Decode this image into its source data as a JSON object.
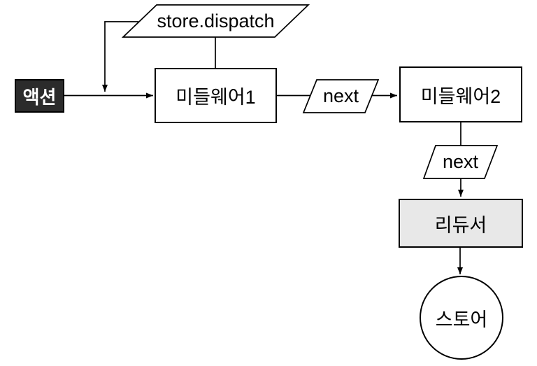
{
  "diagram": {
    "nodes": {
      "action": {
        "label": "액션",
        "shape": "rectangle"
      },
      "dispatch": {
        "label": "store.dispatch",
        "shape": "parallelogram"
      },
      "middleware1": {
        "label": "미들웨어1",
        "shape": "rectangle"
      },
      "next1": {
        "label": "next",
        "shape": "parallelogram"
      },
      "middleware2": {
        "label": "미들웨어2",
        "shape": "rectangle"
      },
      "next2": {
        "label": "next",
        "shape": "parallelogram"
      },
      "reducer": {
        "label": "리듀서",
        "shape": "rectangle"
      },
      "store": {
        "label": "스토어",
        "shape": "circle"
      }
    },
    "edges": [
      {
        "from": "action",
        "to": "middleware1",
        "arrow": true
      },
      {
        "from": "dispatch",
        "to": "action-middleware1-line",
        "arrow": true
      },
      {
        "from": "dispatch",
        "to": "middleware1",
        "arrow": false
      },
      {
        "from": "middleware1",
        "to": "middleware2",
        "via": "next1",
        "arrow": true
      },
      {
        "from": "middleware2",
        "to": "reducer",
        "via": "next2",
        "arrow": true
      },
      {
        "from": "reducer",
        "to": "store",
        "arrow": true
      }
    ],
    "colors": {
      "background": "#ffffff",
      "stroke": "#000000",
      "node_fill": "#ffffff",
      "action_fill": "#2b2b2b",
      "action_text": "#ffffff",
      "reducer_fill": "#e8e8e8"
    }
  }
}
